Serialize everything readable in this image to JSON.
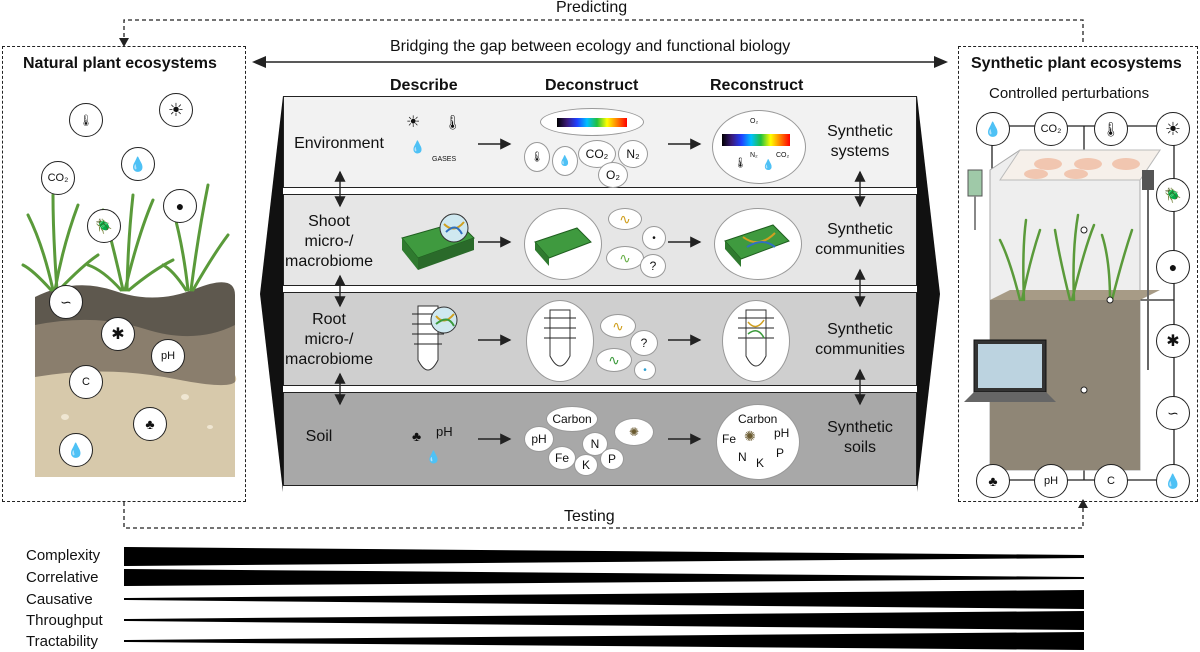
{
  "top_arrow_label": "Predicting",
  "bottom_arrow_label": "Testing",
  "bridge_label": "Bridging the gap between ecology and functional biology",
  "left_panel": {
    "title": "Natural plant ecosystems",
    "badges": {
      "co2": "CO₂",
      "ph": "pH",
      "c": "C"
    }
  },
  "right_panel": {
    "title": "Synthetic plant ecosystems",
    "subtitle": "Controlled perturbations",
    "badges": {
      "co2": "CO₂",
      "ph": "pH",
      "c": "C"
    }
  },
  "columns": [
    "Describe",
    "Deconstruct",
    "Reconstruct"
  ],
  "rows": [
    {
      "label": "Environment",
      "synthetic": "Synthetic\nsystems",
      "color": "#f2f2f2"
    },
    {
      "label": "Shoot\nmicro-/\nmacrobiome",
      "synthetic": "Synthetic\ncommunities",
      "color": "#e6e6e6"
    },
    {
      "label": "Root\nmicro-/\nmacrobiome",
      "synthetic": "Synthetic\ncommunities",
      "color": "#cfcfcf"
    },
    {
      "label": "Soil",
      "synthetic": "Synthetic\nsoils",
      "color": "#a8a8a8"
    }
  ],
  "environment": {
    "gases_label": "GASES",
    "deconstruct": {
      "co2": "CO₂",
      "n2": "N₂",
      "o2": "O₂"
    },
    "reconstruct": {
      "o2": "O₂",
      "n2": "N₂",
      "co2": "CO₂"
    }
  },
  "shoot": {
    "question": "?"
  },
  "root": {
    "question": "?"
  },
  "soil": {
    "describe_ph": "pH",
    "deconstruct": {
      "carbon": "Carbon",
      "ph": "pH",
      "n": "N",
      "fe": "Fe",
      "k": "K",
      "p": "P"
    },
    "reconstruct": {
      "carbon": "Carbon",
      "fe": "Fe",
      "ph": "pH",
      "n": "N",
      "k": "K",
      "p": "P"
    }
  },
  "scales": [
    {
      "label": "Complexity",
      "direction": "decreasing"
    },
    {
      "label": "Correlative",
      "direction": "decreasing"
    },
    {
      "label": "Causative",
      "direction": "increasing"
    },
    {
      "label": "Throughput",
      "direction": "increasing"
    },
    {
      "label": "Tractability",
      "direction": "increasing"
    }
  ]
}
